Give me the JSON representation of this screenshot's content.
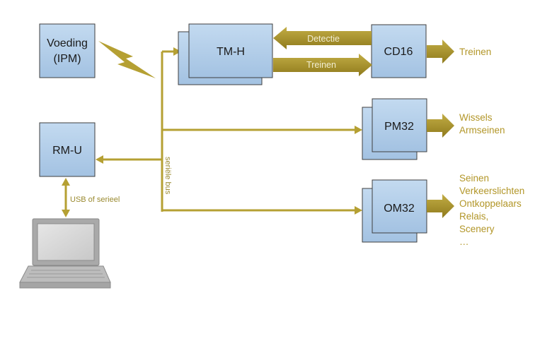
{
  "modules": {
    "power": {
      "line1": "Voeding",
      "line2": "(IPM)"
    },
    "tmh": {
      "label": "TM-H"
    },
    "cd16": {
      "label": "CD16"
    },
    "pm32": {
      "label": "PM32"
    },
    "om32": {
      "label": "OM32"
    },
    "rmu": {
      "label": "RM-U"
    }
  },
  "arrows": {
    "detectie": "Detectie",
    "treinen_in": "Treinen"
  },
  "outputs": {
    "cd16": [
      "Treinen"
    ],
    "pm32": [
      "Wissels",
      "Armseinen"
    ],
    "om32": [
      "Seinen",
      "Verkeerslichten",
      "Ontkoppelaars",
      "Relais,",
      "Scenery",
      "…"
    ]
  },
  "bus": {
    "label": "seriële bus"
  },
  "link": {
    "label": "USB of serieel"
  },
  "colors": {
    "box_fill": "#aecbe8",
    "box_stroke": "#3f3f3f",
    "bus": "#b5a033",
    "arrow": "#a8922a",
    "text_gold": "#b29628",
    "laptop": "#9a9a9a"
  },
  "icons": {
    "power_link": "lightning-bolt-icon",
    "computer": "laptop-icon"
  }
}
